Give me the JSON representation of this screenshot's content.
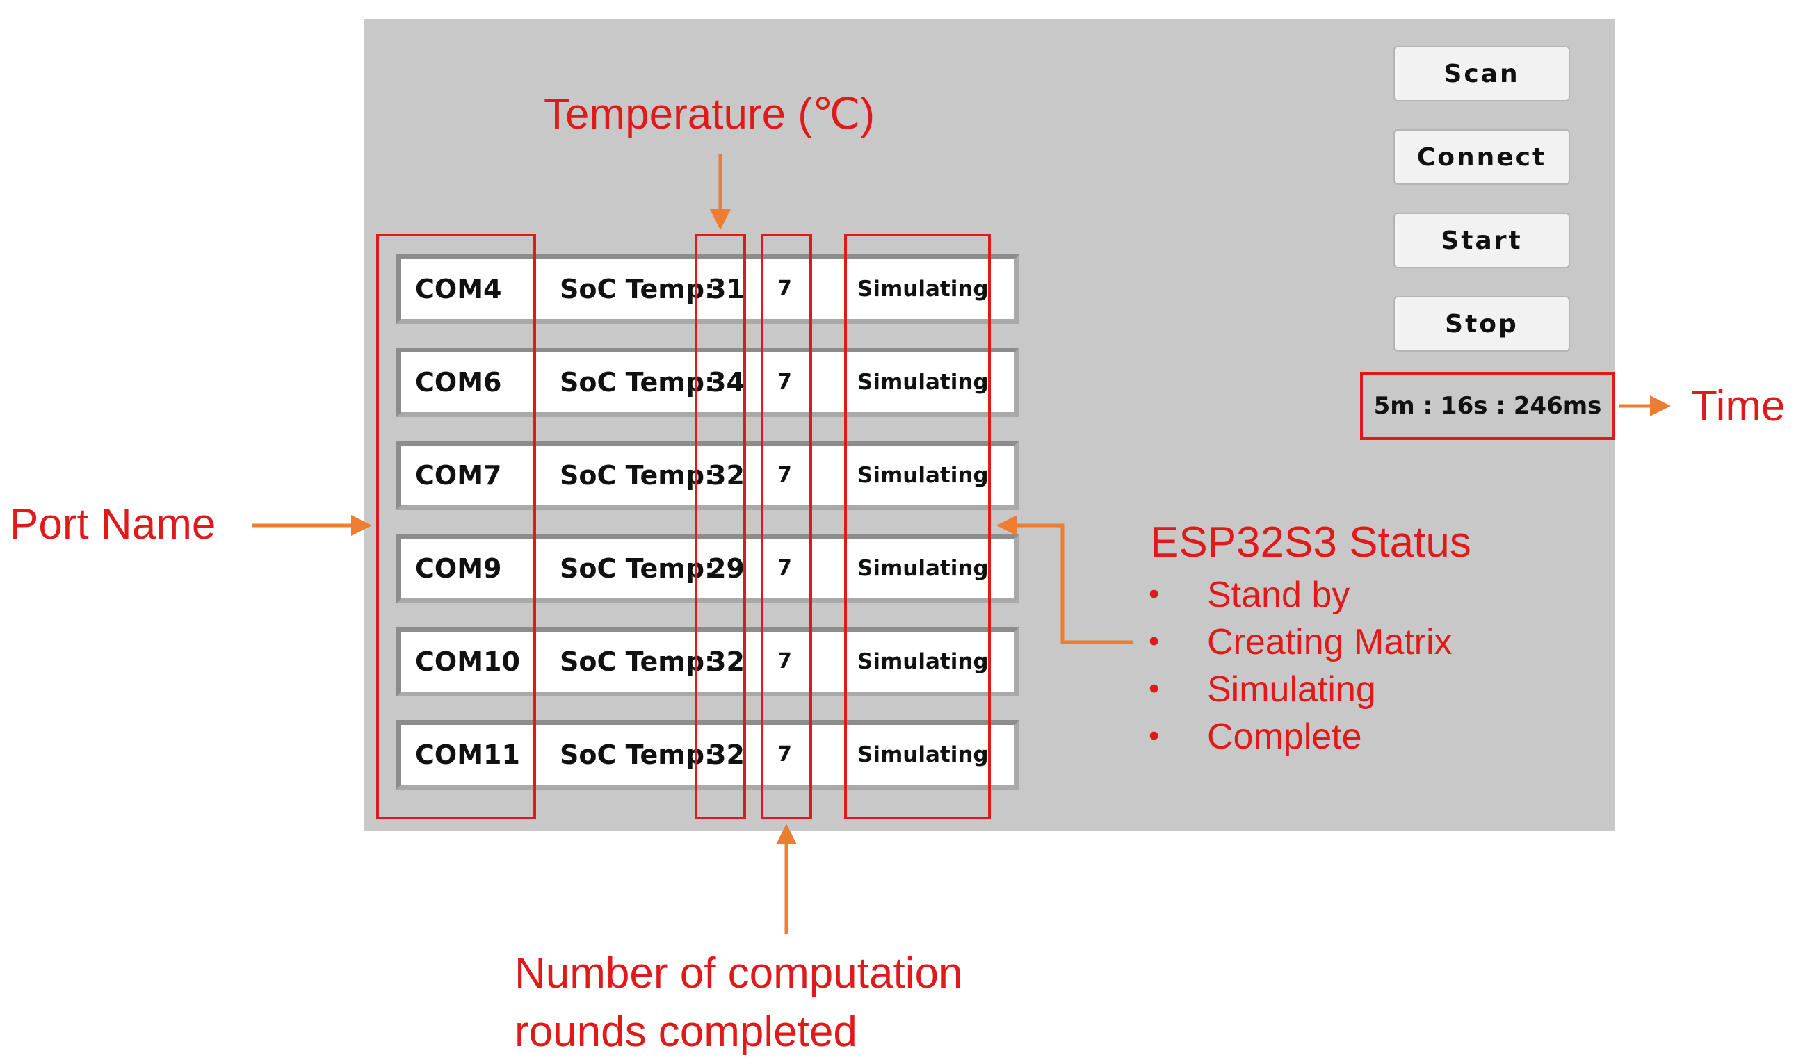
{
  "buttons": {
    "scan": "Scan",
    "connect": "Connect",
    "start": "Start",
    "stop": "Stop"
  },
  "timer": "5m : 16s : 246ms",
  "rows": [
    {
      "port": "COM4",
      "label": "SoC Temp:",
      "temp": "31",
      "rounds": "7",
      "status": "Simulating"
    },
    {
      "port": "COM6",
      "label": "SoC Temp:",
      "temp": "34",
      "rounds": "7",
      "status": "Simulating"
    },
    {
      "port": "COM7",
      "label": "SoC Temp:",
      "temp": "32",
      "rounds": "7",
      "status": "Simulating"
    },
    {
      "port": "COM9",
      "label": "SoC Temp:",
      "temp": "29",
      "rounds": "7",
      "status": "Simulating"
    },
    {
      "port": "COM10",
      "label": "SoC Temp:",
      "temp": "32",
      "rounds": "7",
      "status": "Simulating"
    },
    {
      "port": "COM11",
      "label": "SoC Temp:",
      "temp": "32",
      "rounds": "7",
      "status": "Simulating"
    }
  ],
  "annotations": {
    "temperature": "Temperature (℃)",
    "port_name": "Port Name",
    "time": "Time",
    "status_title": "ESP32S3 Status",
    "status_list": [
      "Stand by",
      "Creating Matrix",
      "Simulating",
      "Complete"
    ],
    "rounds_line1": "Number of computation",
    "rounds_line2": "rounds completed"
  },
  "colors": {
    "annotation": "#e01a1a",
    "arrow": "#ed7d31",
    "panel": "#c8c8c8"
  }
}
